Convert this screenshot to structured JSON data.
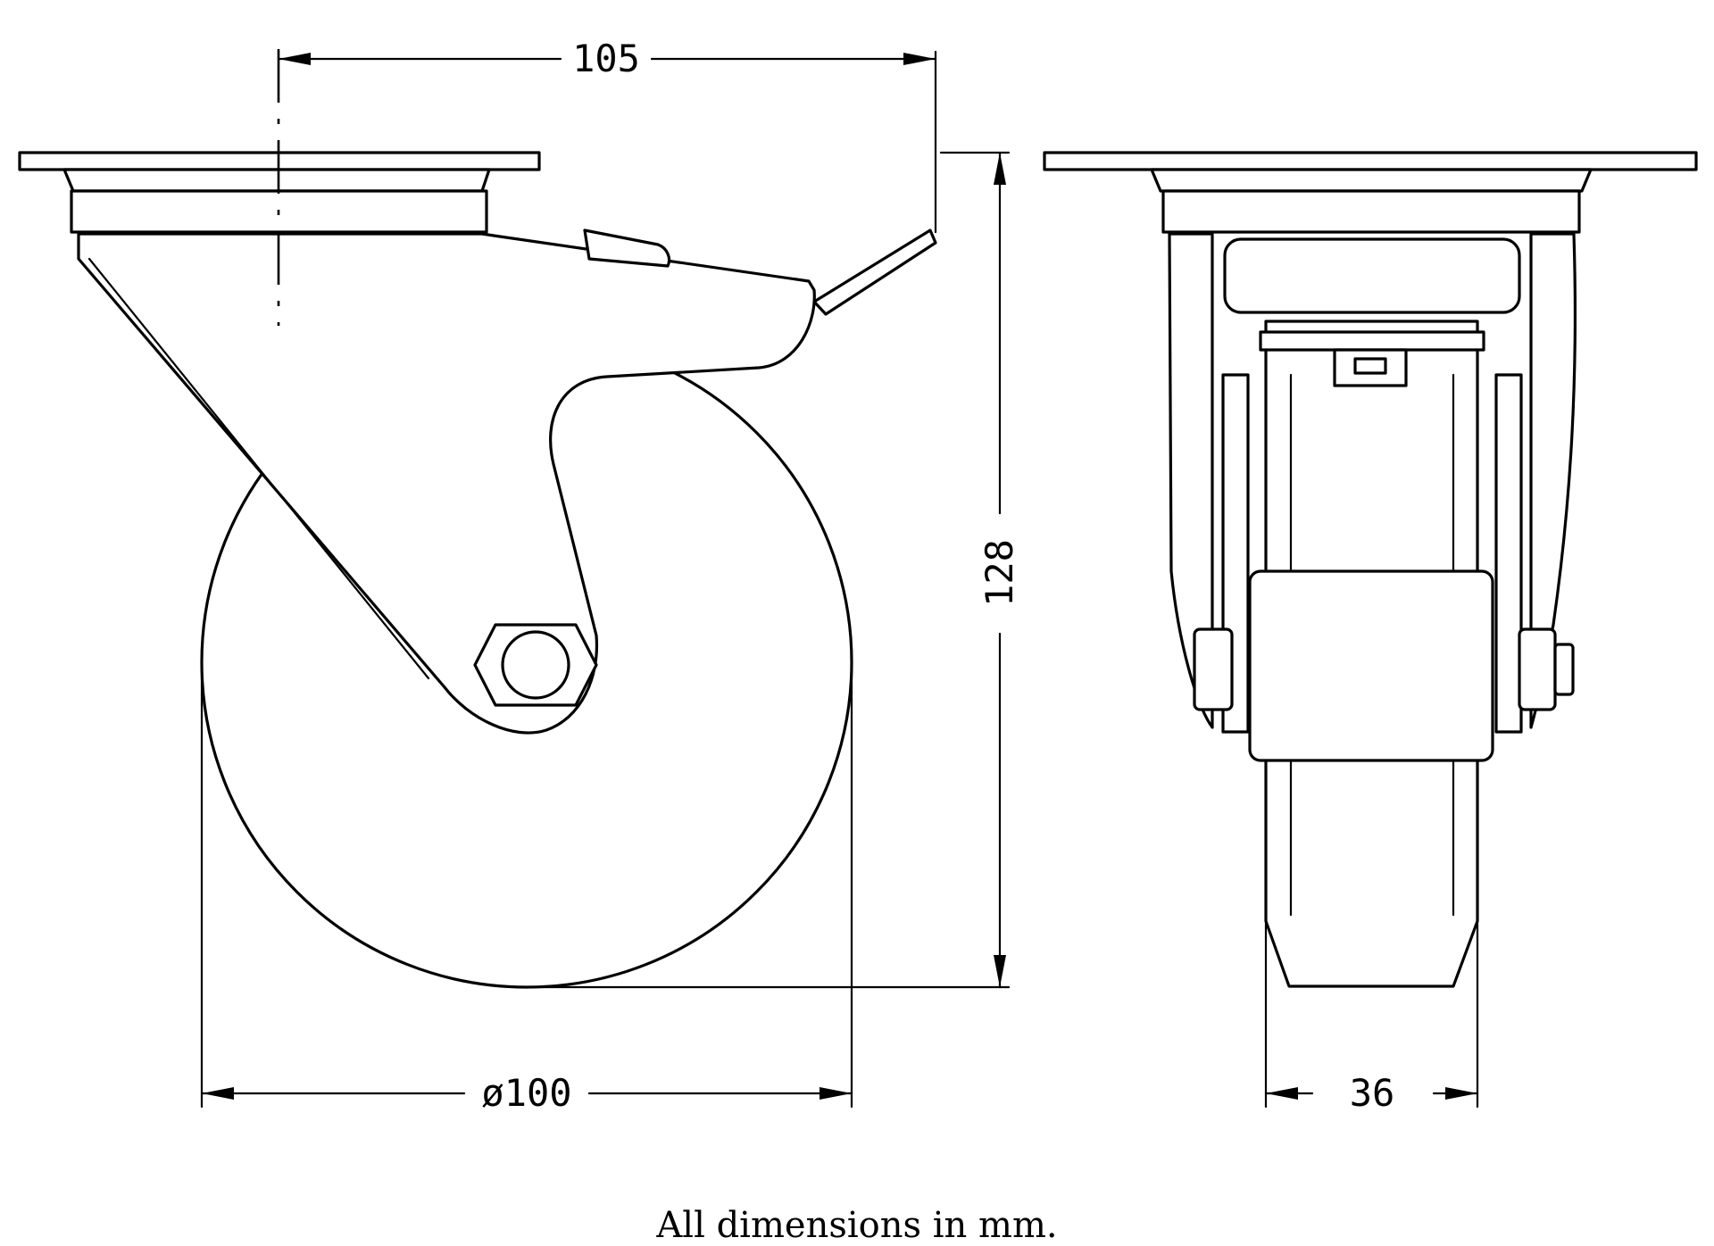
{
  "dimensions": {
    "offset": "105",
    "height": "128",
    "wheel_diameter": "ø100",
    "wheel_width": "36"
  },
  "note": "All dimensions in mm.",
  "colors": {
    "line": "#000000",
    "background": "#ffffff"
  }
}
